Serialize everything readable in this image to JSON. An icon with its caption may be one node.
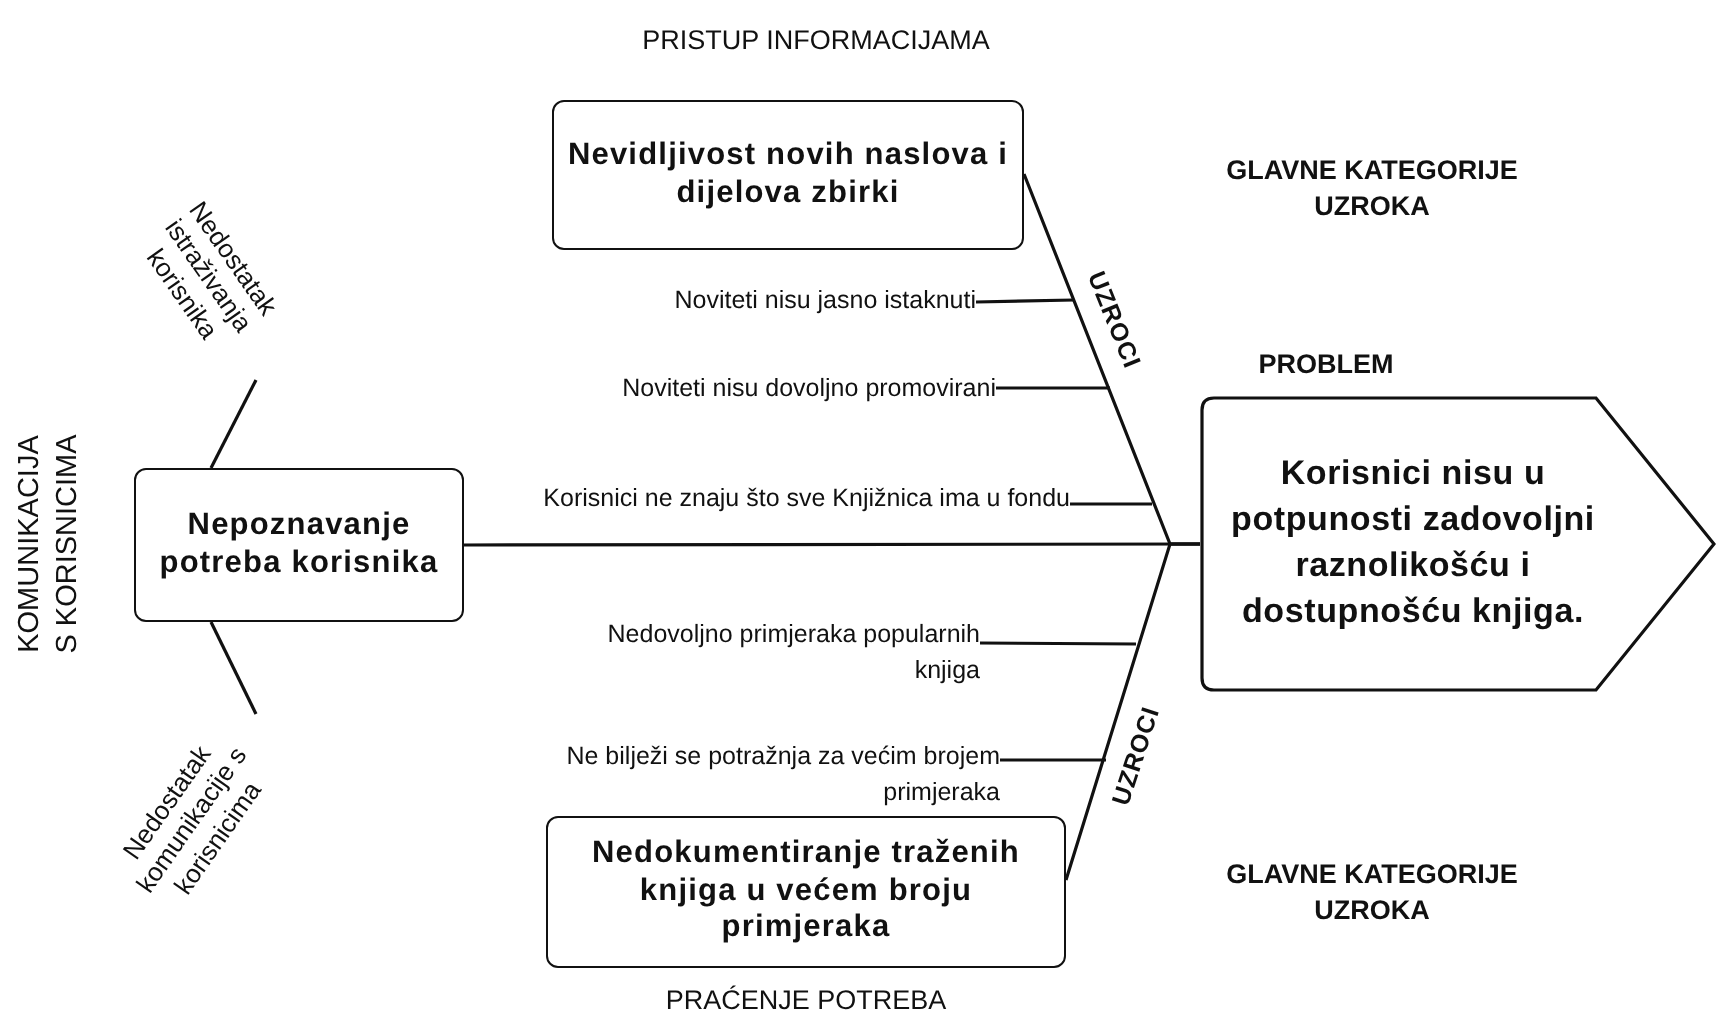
{
  "diagram": {
    "nodes": [
      {
        "text": [
          "Nevidljivost novih naslova i dijelova zbirki"
        ],
        "beside": [
          "PRISTUP INFORMACIJAMA"
        ]
      },
      {
        "text": [
          "Nepoznavanje potreba korisnika"
        ],
        "beside": [
          "KOMUNIKACIJA S KORISNICIMA"
        ]
      },
      {
        "text": [
          "Nedokumentiranje traženih knjiga u većem broju primjeraka"
        ],
        "beside": [
          "PRAĆENJE POTREBA"
        ]
      },
      {
        "text": [
          "Korisnici nisu u potpunosti zadovoljni raznolikošću i dostupnošću knjiga."
        ],
        "beside": [
          "PROBLEM"
        ]
      },
      {
        "text": [
          "Noviteti nisu jasno istaknuti"
        ]
      },
      {
        "text": [
          "Noviteti nisu dovoljno promovirani"
        ]
      },
      {
        "text": [
          "Korisnici ne znaju što sve Knjižnica ima u fondu"
        ]
      },
      {
        "text": [
          "Nedostatak istraživanja korisnika"
        ]
      },
      {
        "text": [
          "Nedostatak komunikacije s korisnicima"
        ]
      },
      {
        "text": [
          "Nedovoljno primjeraka popularnih knjiga"
        ]
      },
      {
        "text": [
          "Ne bilježi se potražnja za većim brojem primjeraka"
        ]
      }
    ],
    "edges": [
      {
        "from": 0,
        "to": 3,
        "arrow": "none",
        "label": "UZROCI"
      },
      {
        "from": 2,
        "to": 3,
        "arrow": "none",
        "label": "UZROCI"
      },
      {
        "from": 1,
        "to": 3,
        "arrow": "none"
      },
      {
        "from": 4,
        "to": null,
        "arrow": "none"
      },
      {
        "from": 5,
        "to": null,
        "arrow": "none"
      },
      {
        "from": 6,
        "to": null,
        "arrow": "none"
      },
      {
        "from": 9,
        "to": null,
        "arrow": "none"
      },
      {
        "from": 10,
        "to": null,
        "arrow": "none"
      },
      {
        "from": 7,
        "to": 1,
        "arrow": "none"
      },
      {
        "from": 8,
        "to": 1,
        "arrow": "none"
      }
    ],
    "labels": [
      "GLAVNE KATEGORIJE UZROKA",
      "GLAVNE KATEGORIJE UZROKA"
    ]
  }
}
